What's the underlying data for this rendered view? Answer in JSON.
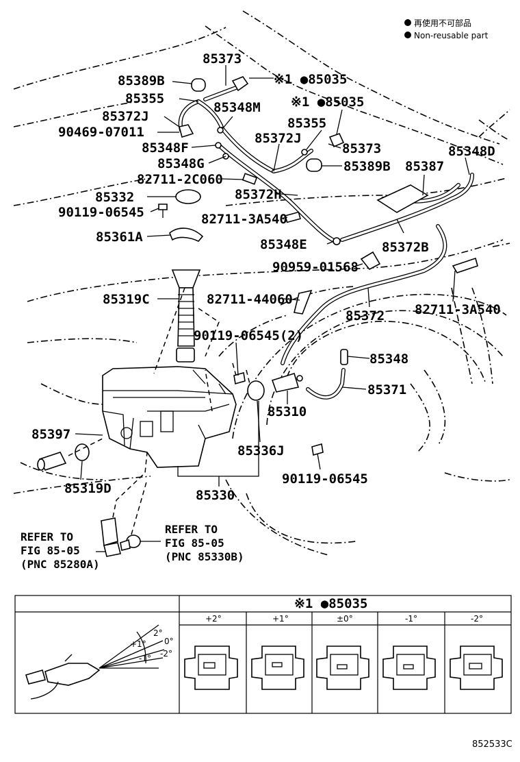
{
  "legend": {
    "jp": "再使用不可部品",
    "en": "Non-reusable part"
  },
  "labels": {
    "p85373_top": "85373",
    "p85389B_left": "85389B",
    "p85035_a": "※1 ●85035",
    "p85355_left": "85355",
    "p85348M": "85348M",
    "p85372J_left": "85372J",
    "p85035_b": "※1 ●85035",
    "p90469": "90469-07011",
    "p85355_right": "85355",
    "p85348F": "85348F",
    "p85372J_right": "85372J",
    "p85373_right": "85373",
    "p85348D": "85348D",
    "p85348G": "85348G",
    "p85389B_right": "85389B",
    "p85387": "85387",
    "p82711_2C060": "82711-2C060",
    "p85372H": "85372H",
    "p85332": "85332",
    "p90119_06545_a": "90119-06545",
    "p82711_3A540_a": "82711-3A540",
    "p85361A": "85361A",
    "p85348E": "85348E",
    "p85372B": "85372B",
    "p90959": "90959-01568",
    "p85319C": "85319C",
    "p82711_44060": "82711-44060",
    "p85372": "85372",
    "p82711_3A540_b": "82711-3A540",
    "p90119_06545_2": "90119-06545(2)",
    "p85348": "85348",
    "p85371": "85371",
    "p85310": "85310",
    "p85397": "85397",
    "p85336J": "85336J",
    "p85319D": "85319D",
    "p90119_06545_c": "90119-06545",
    "p85330": "85330"
  },
  "refer_left": {
    "line1": "REFER TO",
    "line2": "FIG 85-05",
    "line3": "(PNC 85280A)"
  },
  "refer_right": {
    "line1": "REFER TO",
    "line2": "FIG 85-05",
    "line3": "(PNC 85330B)"
  },
  "table": {
    "header": "※1 ●85035",
    "columns": [
      "+2°",
      "+1°",
      "±0°",
      "-1°",
      "-2°"
    ],
    "angles": {
      "plus2": "2°",
      "zero": "0°",
      "plus1": "+1°",
      "minus2": "-2°",
      "minus1": "-1°"
    }
  },
  "figure_code": "852533C"
}
